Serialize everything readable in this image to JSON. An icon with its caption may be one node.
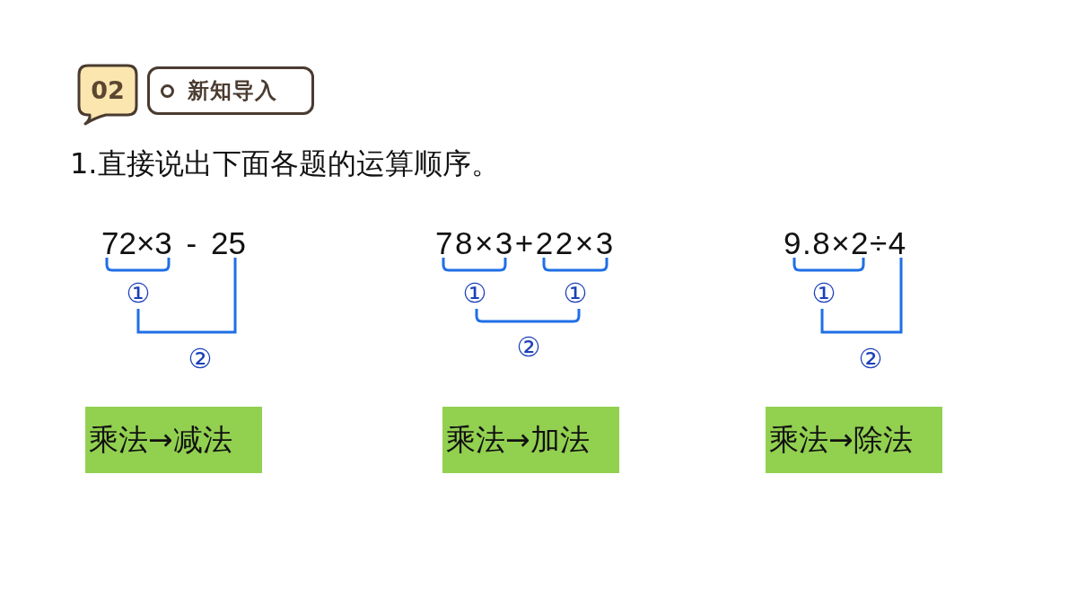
{
  "diagram": {
    "nodes": [
      {
        "text": [
          "02"
        ]
      },
      {
        "text": [
          "新知导入"
        ]
      },
      {
        "text": [
          "乘法→减法"
        ]
      },
      {
        "text": [
          "乘法→加法"
        ]
      },
      {
        "text": [
          "乘法→除法"
        ]
      }
    ],
    "labels": [
      "1.直接说出下面各题的运算顺序。",
      "72×3 - 25",
      "①",
      "②",
      "78×3+22×3",
      "①",
      "①",
      "②",
      "9.8×2÷4",
      "①",
      "②"
    ]
  }
}
